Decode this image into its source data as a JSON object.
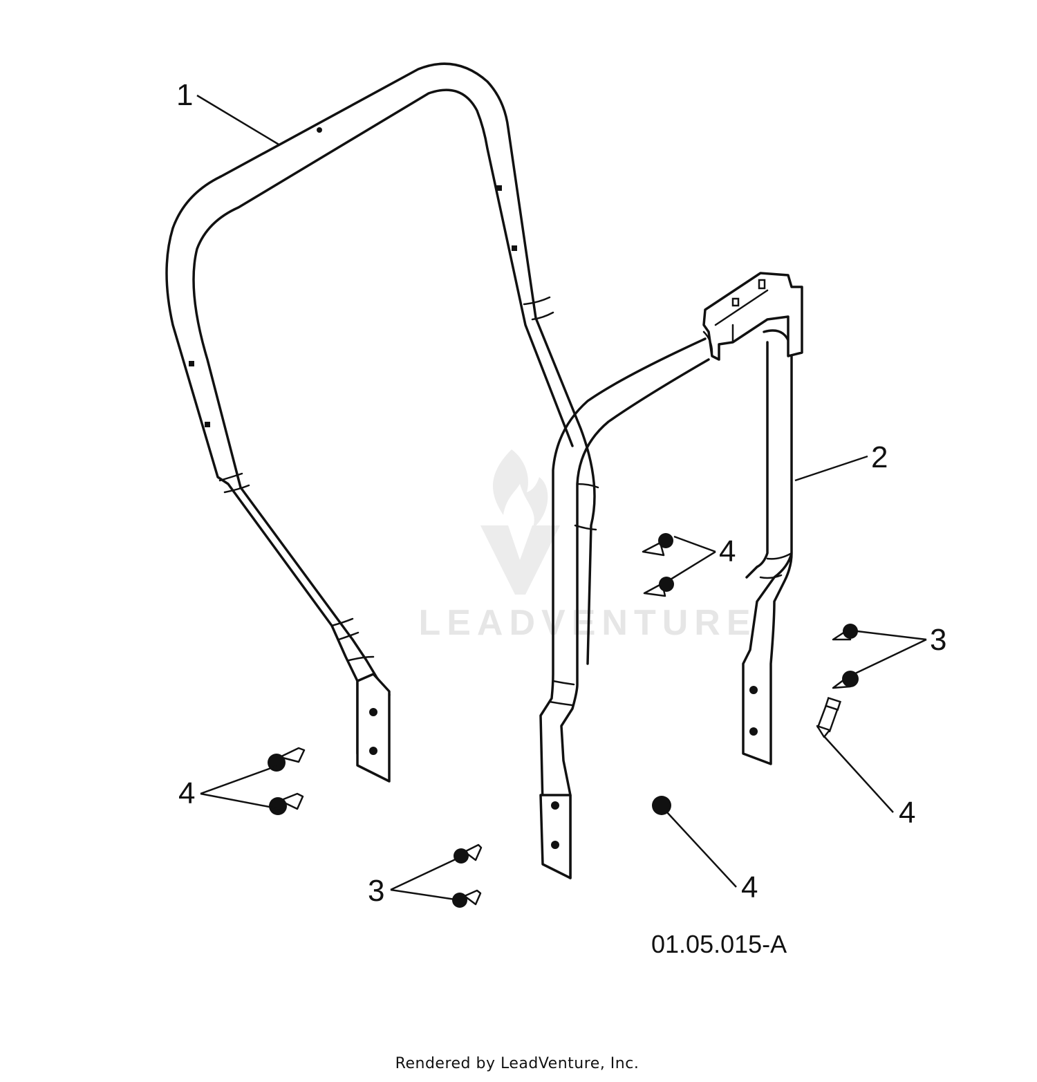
{
  "diagram": {
    "callouts": {
      "roll_bar_upper": "1",
      "roll_bar_lower": "2",
      "bolt_right_upper": "3",
      "bolt_left_lower": "3",
      "nut_center": "4",
      "nut_left": "4",
      "nut_center_bottom": "4",
      "nut_right_bottom": "4"
    },
    "figure_id": "01.05.015-A",
    "watermark": "LEADVENTURE",
    "footer": "Rendered by LeadVenture, Inc."
  }
}
